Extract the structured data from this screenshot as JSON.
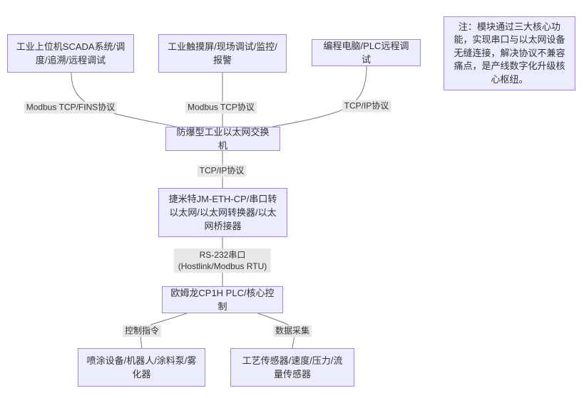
{
  "diagram": {
    "type": "flowchart",
    "nodes": {
      "scada": {
        "label": "工业上位机SCADA系统/调度/追溯/远程调试"
      },
      "hmi": {
        "label": "工业触摸屏/现场调试/监控/报警"
      },
      "pc": {
        "label": "编程电脑/PLC远程调试"
      },
      "note": {
        "label": "注：模块通过三大核心功能，实现串口与以太网设备无缝连接，解决协议不兼容痛点，是产线数字化升级核心枢纽。"
      },
      "switch": {
        "label": "防爆型工业以太网交换机"
      },
      "converter": {
        "label": "捷米特JM-ETH-CP/串口转以太网/以太网转换器/以太网桥接器"
      },
      "plc": {
        "label": "欧姆龙CP1H PLC/核心控制"
      },
      "spray": {
        "label": "喷涂设备/机器人/涂料泵/雾化器"
      },
      "sensors": {
        "label": "工艺传感器/速度/压力/流量传感器"
      }
    },
    "edge_labels": {
      "scada_switch": "Modbus TCP/FINS协议",
      "hmi_switch": "Modbus TCP协议",
      "pc_switch": "TCP/IP协议",
      "switch_converter": "TCP/IP协议",
      "converter_plc_line1": "RS-232串口",
      "converter_plc_line2": "(Hostlink/Modbus RTU)",
      "plc_spray": "控制指令",
      "plc_sensors": "数据采集"
    },
    "colors": {
      "node_fill": "#ECECFF",
      "node_border": "#9f87dc",
      "edge_line": "#777777",
      "edge_label_bg": "#e8e8e8",
      "text": "#333333",
      "background": "#ffffff"
    }
  }
}
